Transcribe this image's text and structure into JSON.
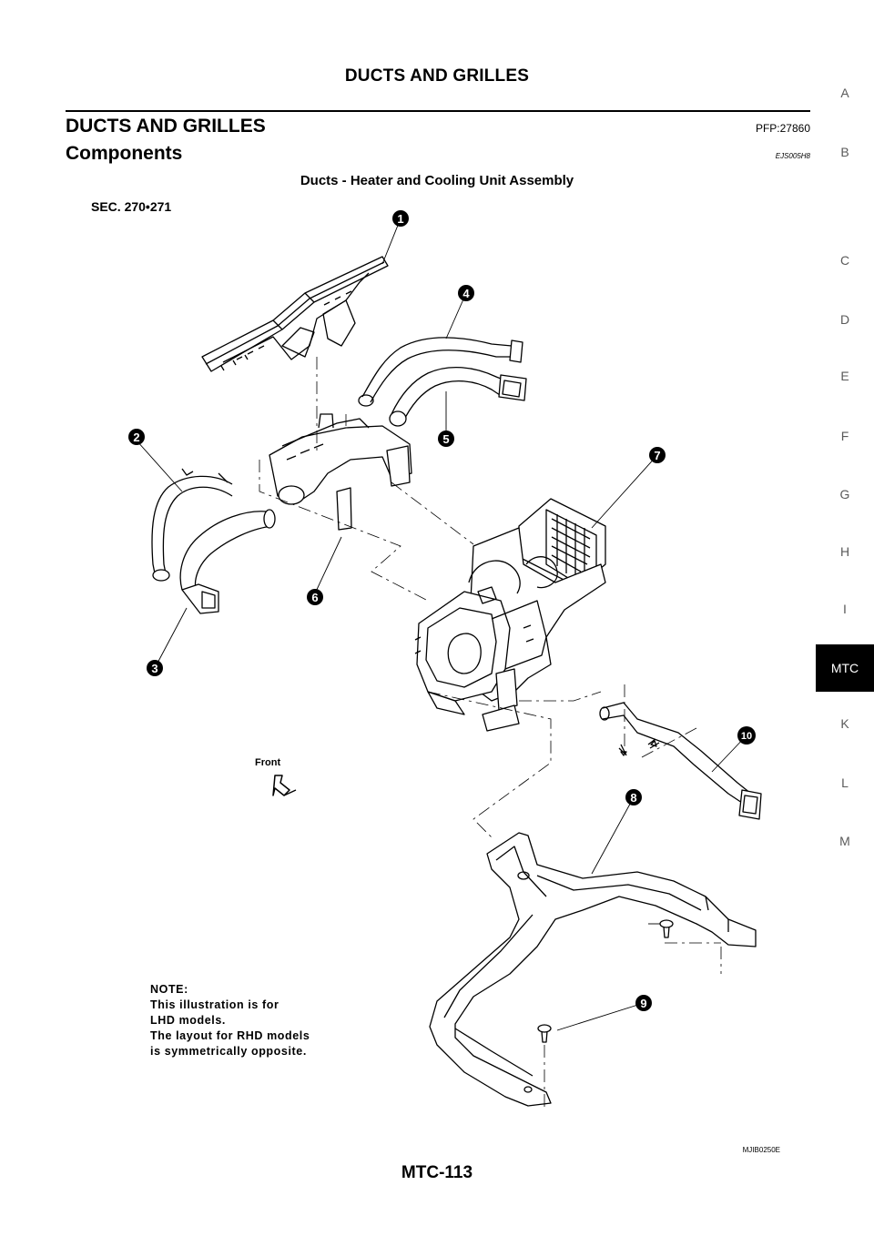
{
  "header": {
    "title": "DUCTS AND GRILLES"
  },
  "section": {
    "title": "DUCTS AND GRILLES",
    "pfp": "PFP:27860"
  },
  "subsection": {
    "title": "Components",
    "code": "EJS005H8"
  },
  "figure": {
    "title": "Ducts - Heater and Cooling Unit Assembly",
    "sec_label": "SEC. 270•271",
    "front_label": "Front",
    "note_lines": [
      "NOTE:",
      "This illustration is for",
      "LHD  models.",
      "The layout for RHD models",
      "is symmetrically opposite."
    ],
    "image_id": "MJIB0250E",
    "callouts": [
      "1",
      "2",
      "3",
      "4",
      "5",
      "6",
      "7",
      "8",
      "9",
      "10"
    ]
  },
  "side_index": {
    "letters": [
      "A",
      "B",
      "C",
      "D",
      "E",
      "F",
      "G",
      "H",
      "I",
      "MTC",
      "K",
      "L",
      "M"
    ],
    "active": "MTC"
  },
  "footer": {
    "page": "MTC-113"
  }
}
